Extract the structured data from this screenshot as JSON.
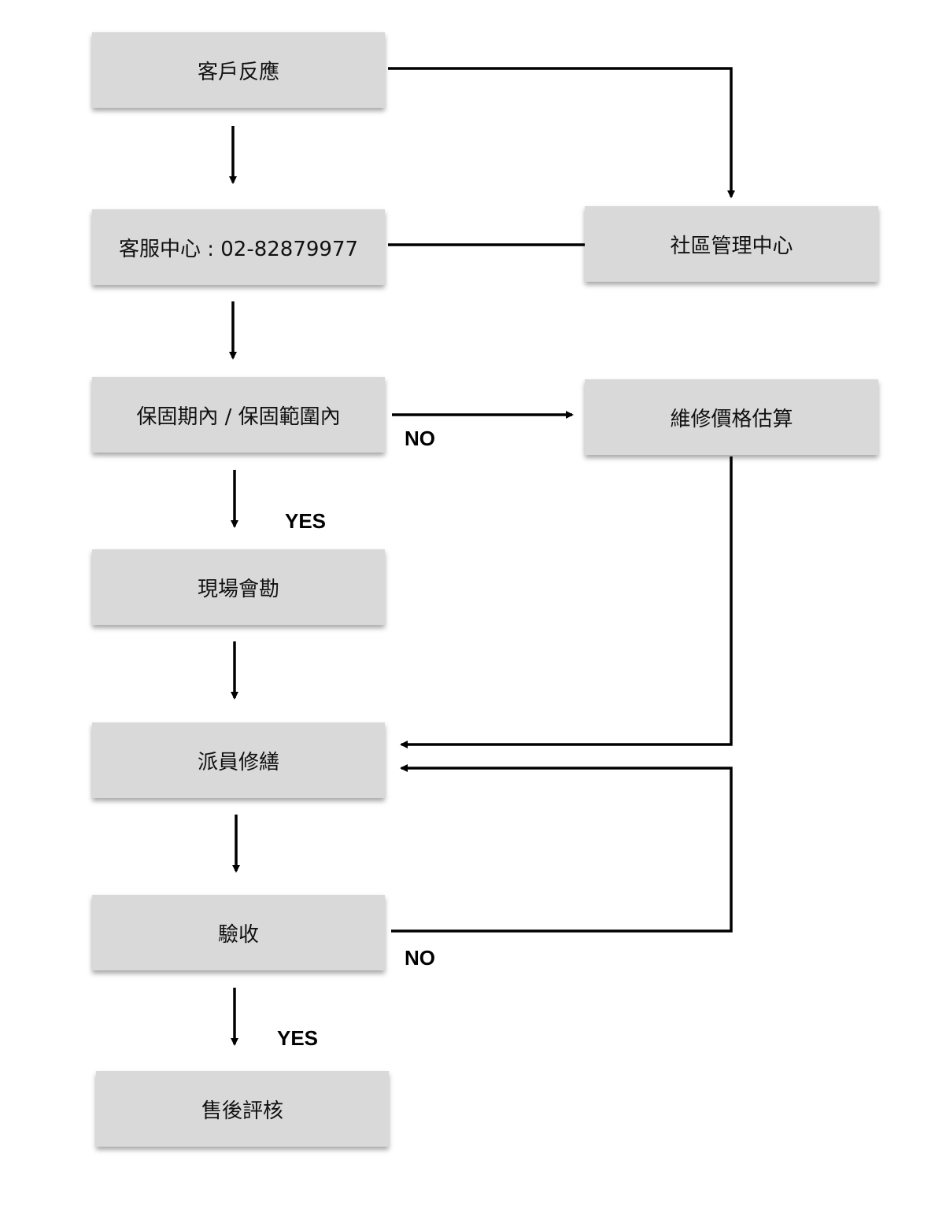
{
  "nodes": {
    "customer_report": "客戶反應",
    "service_center": "客服中心 : 02-82879977",
    "community_mgmt": "社區管理中心",
    "warranty_check": "保固期內 / 保固範圍內",
    "repair_estimate": "維修價格估算",
    "site_survey": "現場會勘",
    "dispatch_repair": "派員修繕",
    "acceptance": "驗收",
    "after_sales": "售後評核"
  },
  "labels": {
    "warranty_no": "NO",
    "warranty_yes": "YES",
    "acceptance_no": "NO",
    "acceptance_yes": "YES"
  },
  "colors": {
    "box_fill": "#d9d9d9",
    "line": "#000000"
  }
}
